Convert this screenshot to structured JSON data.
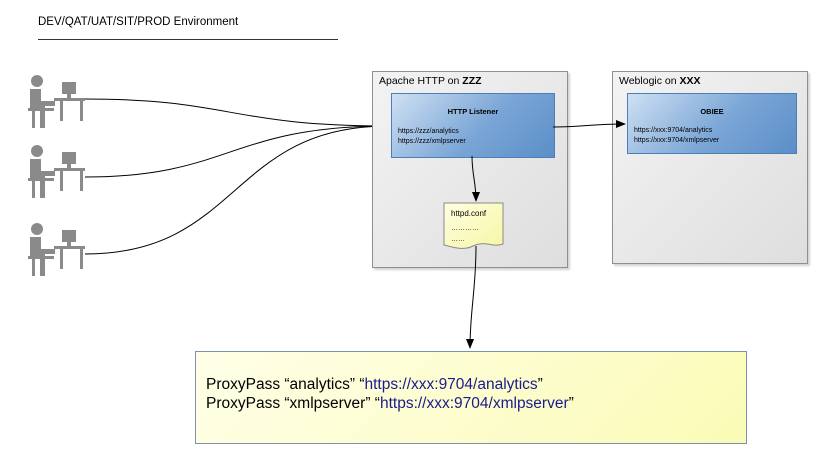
{
  "environment_title": "DEV/QAT/UAT/SIT/PROD Environment",
  "apache": {
    "title_prefix": "Apache HTTP on ",
    "title_host": "ZZZ",
    "listener": {
      "title": "HTTP Listener",
      "urls": [
        "https://zzz/analytics",
        "https://zzz/xmlpserver"
      ]
    },
    "config_note": {
      "title": "httpd.conf",
      "lines": [
        "…………",
        "……"
      ]
    }
  },
  "weblogic": {
    "title_prefix": "Weblogic on ",
    "title_host": "XXX",
    "service": {
      "title": "OBIEE",
      "urls": [
        "https://xxx:9704/analytics",
        "https://xxx:9704/xmlpserver"
      ]
    }
  },
  "proxy_config": {
    "lines": [
      {
        "prefix": "ProxyPass “analytics” “",
        "link": "https://xxx:9704/analytics",
        "suffix": "”"
      },
      {
        "prefix": "ProxyPass “xmlpserver” “",
        "link": "https://xxx:9704/xmlpserver",
        "suffix": "”"
      }
    ]
  },
  "users": [
    {
      "icon": "user-at-computer-icon"
    },
    {
      "icon": "user-at-computer-icon"
    },
    {
      "icon": "user-at-computer-icon"
    }
  ],
  "colors": {
    "service_blue": "#6f9fd3",
    "note_yellow": "#fbfbb6",
    "link_blue": "#1b1b8c",
    "container_gray": "#e6e6e6"
  }
}
